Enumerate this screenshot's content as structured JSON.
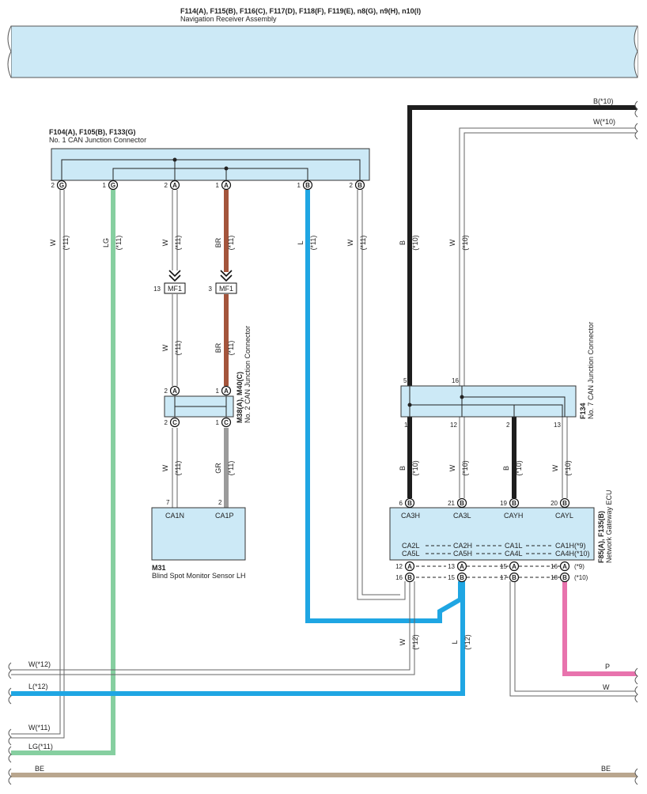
{
  "nav": {
    "title": "F114(A), F115(B), F116(C), F117(D), F118(F), F119(E), n8(G), n9(H), n10(I)",
    "name": "Navigation Receiver Assembly"
  },
  "jc1": {
    "title": "F104(A), F105(B), F133(G)",
    "name": "No. 1 CAN Junction Connector",
    "pins": [
      {
        "num": "2",
        "letter": "G"
      },
      {
        "num": "1",
        "letter": "G"
      },
      {
        "num": "2",
        "letter": "A"
      },
      {
        "num": "1",
        "letter": "A"
      },
      {
        "num": "1",
        "letter": "B"
      },
      {
        "num": "2",
        "letter": "B"
      }
    ]
  },
  "jc2": {
    "title": "M38(A), M40(C)",
    "name": "No. 2 CAN Junction Connector",
    "top_pins": [
      {
        "num": "2",
        "letter": "A"
      },
      {
        "num": "1",
        "letter": "A"
      }
    ],
    "bot_pins": [
      {
        "num": "2",
        "letter": "C"
      },
      {
        "num": "1",
        "letter": "C"
      }
    ]
  },
  "jc7": {
    "title": "F134",
    "name": "No. 7 CAN Junction Connector",
    "top_pins": [
      "5",
      "16"
    ],
    "bot_pins": [
      "1",
      "12",
      "2",
      "13"
    ]
  },
  "mf": [
    {
      "num": "13",
      "label": "MF1"
    },
    {
      "num": "3",
      "label": "MF1"
    }
  ],
  "bsm": {
    "title": "M31",
    "name": "Blind Spot Monitor Sensor LH",
    "pins": [
      {
        "num": "7",
        "label": "CA1N"
      },
      {
        "num": "2",
        "label": "CA1P"
      }
    ]
  },
  "gw": {
    "title": "F85(A), F135(B)",
    "name": "Network Gateway ECU",
    "top_pins": [
      {
        "num": "6",
        "letter": "B",
        "label": "CA3H"
      },
      {
        "num": "21",
        "letter": "B",
        "label": "CA3L"
      },
      {
        "num": "19",
        "letter": "B",
        "label": "CAYH"
      },
      {
        "num": "20",
        "letter": "B",
        "label": "CAYL"
      }
    ],
    "row1": [
      "CA2L",
      "CA2H",
      "CA1L",
      "CA1H(*9)"
    ],
    "row2": [
      "CA5L",
      "CA5H",
      "CA4L",
      "CA4H(*10)"
    ],
    "bot_pins_a": [
      {
        "num": "12",
        "letter": "A"
      },
      {
        "num": "13",
        "letter": "A"
      },
      {
        "num": "15",
        "letter": "A"
      },
      {
        "num": "16",
        "letter": "A",
        "note": "(*9)"
      }
    ],
    "bot_pins_b": [
      {
        "num": "16",
        "letter": "B"
      },
      {
        "num": "15",
        "letter": "B"
      },
      {
        "num": "17",
        "letter": "B"
      },
      {
        "num": "18",
        "letter": "B",
        "note": "(*10)"
      }
    ]
  },
  "wires": {
    "w_left": {
      "color": "W",
      "note": "(*11)"
    },
    "lg": {
      "color": "LG",
      "note": "(*11)"
    },
    "w_mf": {
      "color": "W",
      "note": "(*11)"
    },
    "br_mf": {
      "color": "BR",
      "note": "(*11)"
    },
    "l_mid": {
      "color": "L",
      "note": "(*11)"
    },
    "w_b2": {
      "color": "W",
      "note": "(*11)"
    },
    "b_top": {
      "color": "B",
      "note": "(*10)"
    },
    "w_top": {
      "color": "W",
      "note": "(*10)"
    },
    "w_mid1": {
      "color": "W",
      "note": "(*11)"
    },
    "br_mid1": {
      "color": "BR",
      "note": "(*11)"
    },
    "w_bsm": {
      "color": "W",
      "note": "(*11)"
    },
    "gr_bsm": {
      "color": "GR",
      "note": "(*11)"
    },
    "b_gw1": {
      "color": "B",
      "note": "(*10)"
    },
    "w_gw2": {
      "color": "W",
      "note": "(*10)"
    },
    "b_gw3": {
      "color": "B",
      "note": "(*10)"
    },
    "w_gw4": {
      "color": "W",
      "note": "(*10)"
    },
    "w_low": {
      "color": "W",
      "note": "(*12)"
    },
    "l_low": {
      "color": "L",
      "note": "(*12)"
    }
  },
  "edges": {
    "b_right": "B(*10)",
    "w_right": "W(*10)",
    "w12": "W(*12)",
    "l12": "L(*12)",
    "w11": "W(*11)",
    "lg11": "LG(*11)",
    "be_left": "BE",
    "be_right": "BE",
    "p_right": "P",
    "w_right2": "W"
  },
  "colors": {
    "box": "#cce9f6",
    "blue": "#1fa6e3",
    "green": "#86cfa0",
    "brown": "#a4553c",
    "gray": "#9b9b9b",
    "pink": "#e873ad",
    "tan": "#b9a68e",
    "black": "#1e1e1e"
  }
}
